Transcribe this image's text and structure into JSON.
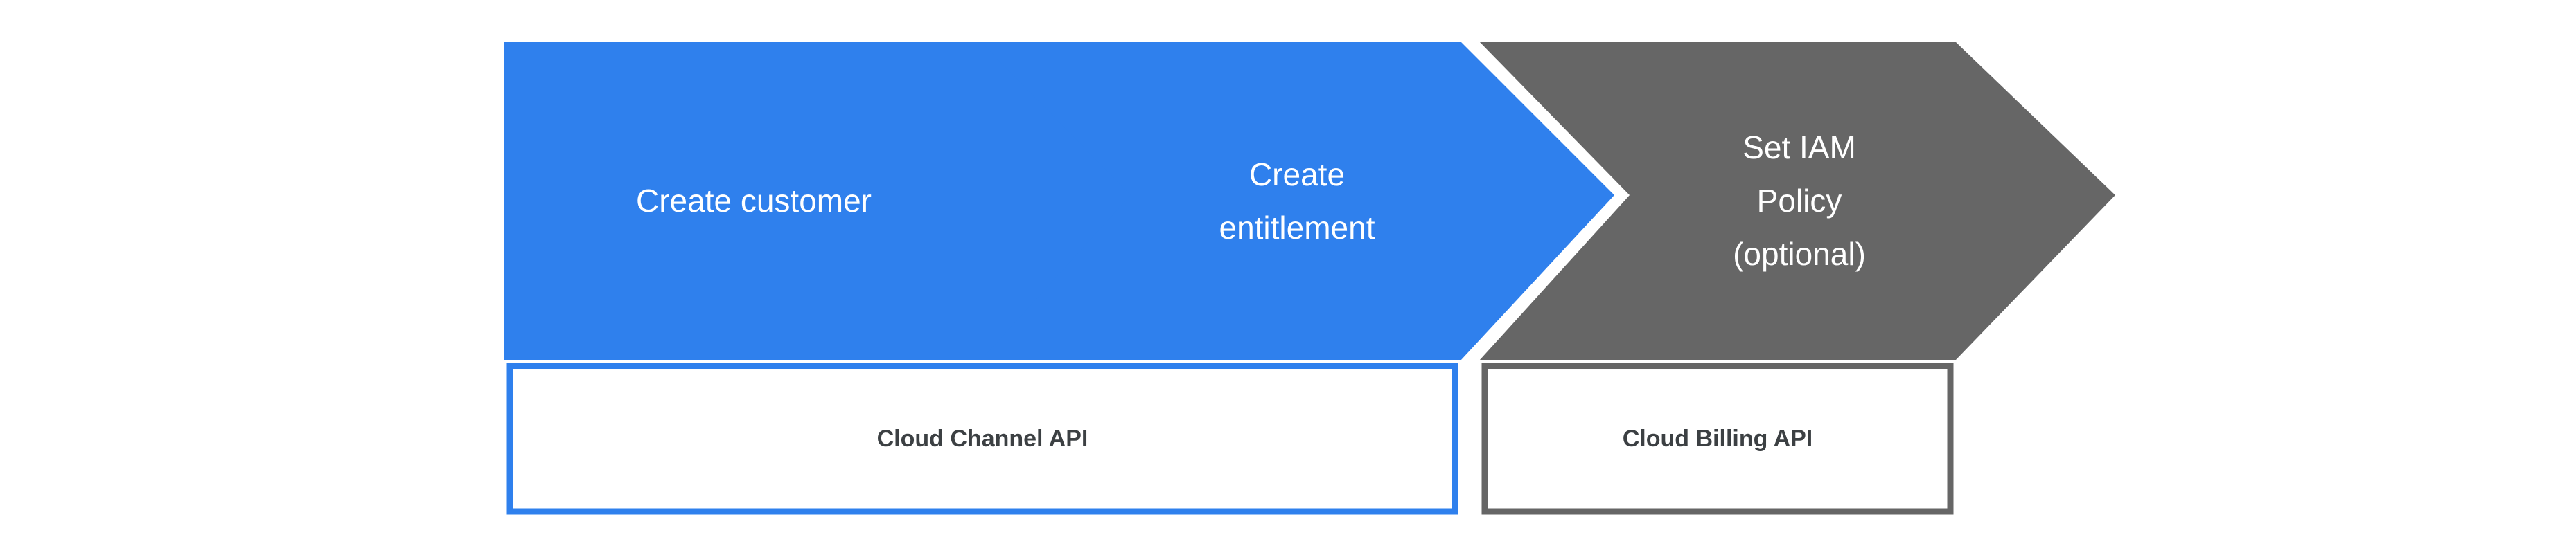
{
  "diagram": {
    "type": "process-flow-chevrons",
    "background_color": "#ffffff",
    "steps": [
      {
        "id": "create-customer",
        "label": "Create customer",
        "lines": [
          "Create customer"
        ],
        "fill_color": "#2f80ed",
        "text_color": "#ffffff",
        "optional": false
      },
      {
        "id": "create-entitlement",
        "label": "Create entitlement",
        "lines": [
          "Create",
          "entitlement"
        ],
        "fill_color": "#2f80ed",
        "text_color": "#ffffff",
        "optional": false
      },
      {
        "id": "set-iam-policy",
        "label": "Set IAM Policy (optional)",
        "lines": [
          "Set IAM",
          "Policy",
          "(optional)"
        ],
        "fill_color": "#666666",
        "text_color": "#ffffff",
        "optional": true
      }
    ],
    "api_groups": [
      {
        "id": "cloud-channel-api",
        "label": "Cloud Channel API",
        "border_color": "#2f80ed",
        "fill_color": "#ffffff",
        "text_color": "#3c4043",
        "covers": [
          "create-customer",
          "create-entitlement"
        ]
      },
      {
        "id": "cloud-billing-api",
        "label": "Cloud Billing API",
        "border_color": "#666666",
        "fill_color": "#ffffff",
        "text_color": "#3c4043",
        "covers": [
          "set-iam-policy"
        ]
      }
    ]
  }
}
